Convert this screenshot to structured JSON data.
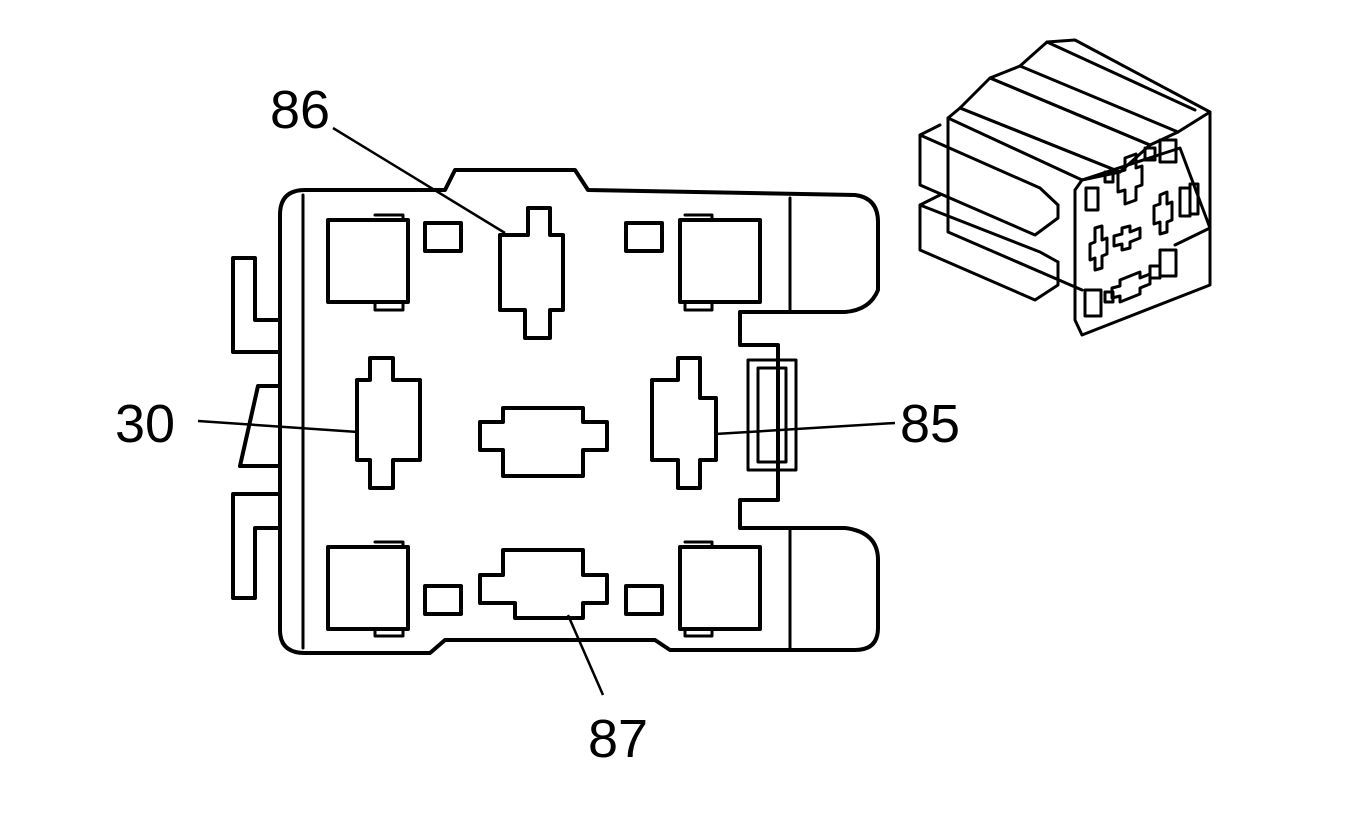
{
  "diagram": {
    "pin_labels": {
      "pin_86": "86",
      "pin_30": "30",
      "pin_85": "85",
      "pin_87": "87"
    },
    "colors": {
      "line": "#000000",
      "background": "#ffffff"
    }
  }
}
